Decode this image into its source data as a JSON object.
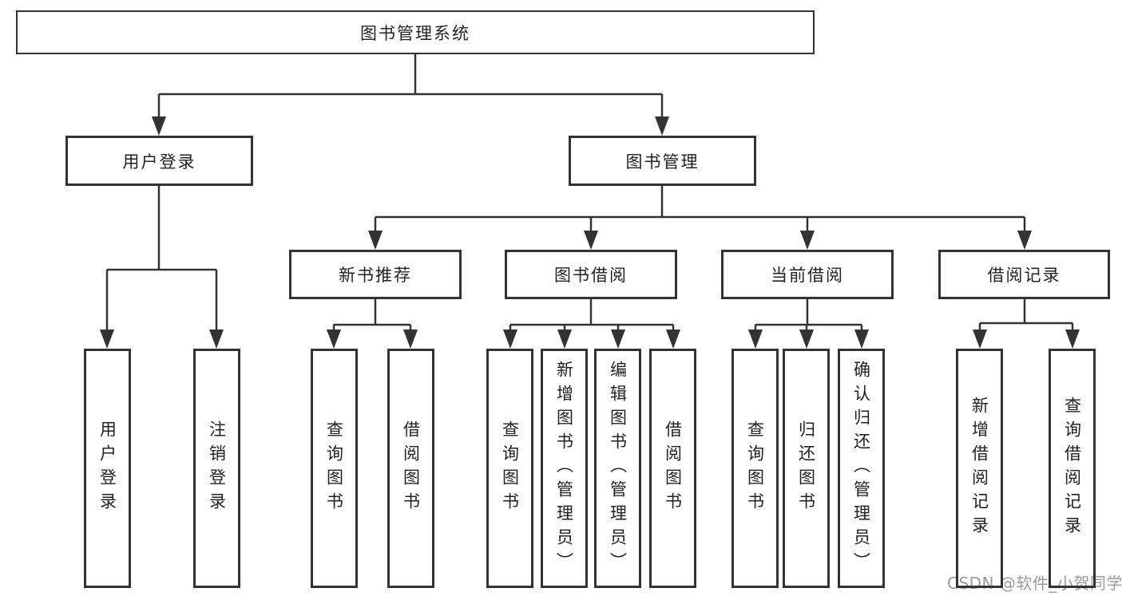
{
  "tree": {
    "root": "图书管理系统",
    "level2": [
      {
        "label": "用户登录",
        "leaves": [
          "用户登录",
          "注销登录"
        ]
      },
      {
        "label": "图书管理",
        "groups": [
          {
            "label": "新书推荐",
            "leaves": [
              "查询图书",
              "借阅图书"
            ]
          },
          {
            "label": "图书借阅",
            "leaves": [
              "查询图书",
              "新增图书（管理员）",
              "编辑图书（管理员）",
              "借阅图书"
            ]
          },
          {
            "label": "当前借阅",
            "leaves": [
              "查询图书",
              "归还图书",
              "确认归还（管理员）"
            ]
          },
          {
            "label": "借阅记录",
            "leaves": [
              "新增借阅记录",
              "查询借阅记录"
            ]
          }
        ]
      }
    ]
  },
  "watermark": "CSDN @软件_小贺同学",
  "colors": {
    "line": "#333333",
    "box_border": "#333333",
    "text": "#222222",
    "watermark": "#9a9a9a",
    "background": "#ffffff"
  }
}
